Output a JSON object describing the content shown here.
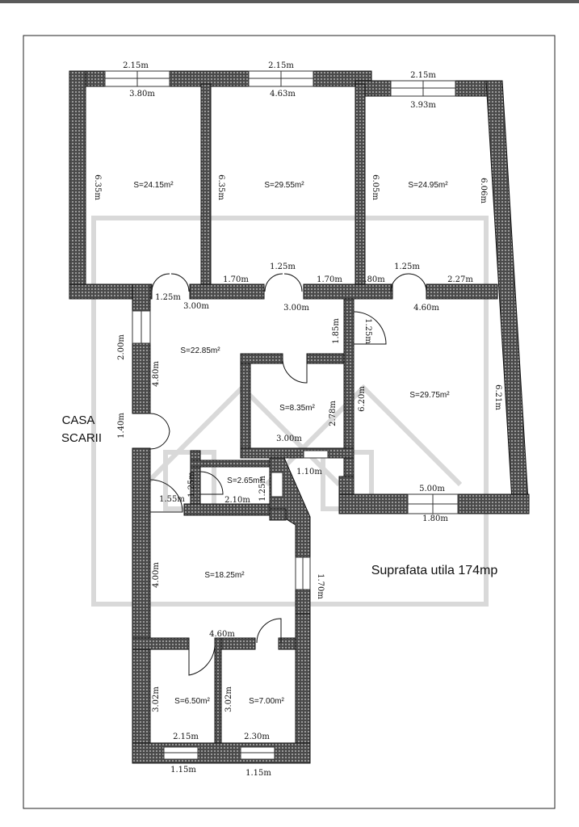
{
  "title_label_line1": "CASA",
  "title_label_line2": "SCARII",
  "useful_area": "Suprafata utila 174mp",
  "rooms": {
    "r1": "S=24.15m²",
    "r2": "S=29.55m²",
    "r3": "S=24.95m²",
    "hall": "S=22.85m²",
    "bath1": "S=8.35m²",
    "r4": "S=29.75m²",
    "wc": "S=2.65m²",
    "kitchen": "S=18.25m²",
    "r5": "S=6.50m²",
    "r6": "S=7.00m²"
  },
  "dims": {
    "d_215_a": "2.15m",
    "d_215_b": "2.15m",
    "d_215_c": "2.15m",
    "d_380": "3.80m",
    "d_463": "4.63m",
    "d_393": "3.93m",
    "d_635_a": "6.35m",
    "d_635_b": "6.35m",
    "d_605": "6.05m",
    "d_606": "6.06m",
    "d_170_a": "1.70m",
    "d_125_a": "1.25m",
    "d_170_b": "1.70m",
    "d_80": ".80m",
    "d_125_b": "1.25m",
    "d_227": "2.27m",
    "d_125_c": "1.25m",
    "d_300_a": "3.00m",
    "d_300_b": "3.00m",
    "d_460_a": "4.60m",
    "d_185": "1.85m",
    "d_125_d": "1.25m",
    "d_200": "2.00m",
    "d_480": "4.80m",
    "d_140": "1.40m",
    "d_620": "6.20m",
    "d_621": "6.21m",
    "d_278": "2.78m",
    "d_300_c": "3.00m",
    "d_110": "1.10m",
    "d_500": "5.00m",
    "d_180": "1.80m",
    "d_125_e": "1.25m",
    "d_155": "1.55m",
    "d_210": "2.10m",
    "d_125_f": "1.25m",
    "d_400": "4.00m",
    "d_170_c": "1.70m",
    "d_460_b": "4.60m",
    "d_302_a": "3.02m",
    "d_302_b": "3.02m",
    "d_215_d": "2.15m",
    "d_230": "2.30m",
    "d_115_a": "1.15m",
    "d_115_b": "1.15m"
  }
}
